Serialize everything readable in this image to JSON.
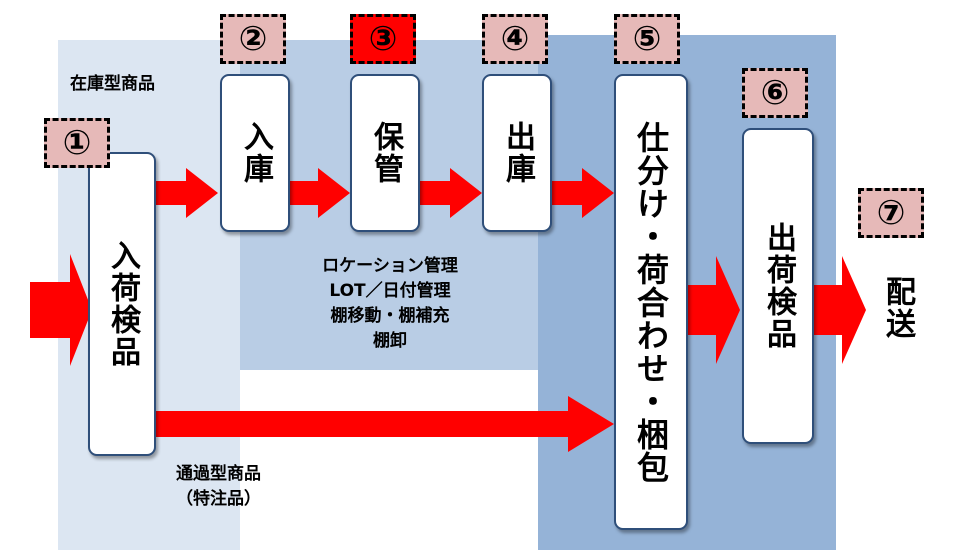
{
  "colors": {
    "arrow": "#ff0000",
    "badge": "#e6b9b8",
    "badge_highlight": "#ff0000",
    "region_stock": "#dce6f2",
    "region_storage": "#b9cde5",
    "region_outbound": "#95b3d7"
  },
  "badges": [
    "①",
    "②",
    "③",
    "④",
    "⑤",
    "⑥",
    "⑦"
  ],
  "highlighted_badge": "③",
  "steps": {
    "inspect_in": "入荷検品",
    "receive": "入庫",
    "store": "保管",
    "ship_out": "出庫",
    "sort_pack": "仕分け・荷合わせ・梱包",
    "inspect_out": "出荷検品",
    "deliver": "配送"
  },
  "labels": {
    "stock_type": "在庫型商品",
    "storage_ops": [
      "ロケーション管理",
      "LOT／日付管理",
      "棚移動・棚補充",
      "棚卸"
    ],
    "transit_type": [
      "通過型商品",
      "（特注品）"
    ]
  }
}
